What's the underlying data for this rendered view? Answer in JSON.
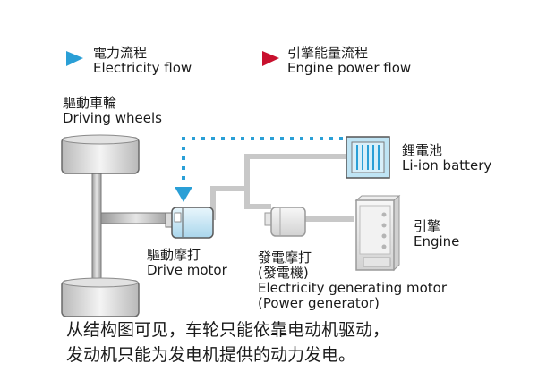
{
  "legend": {
    "electricity": {
      "label_zh": "電力流程",
      "label_en": "Electricity flow",
      "color": "#2a9fd6"
    },
    "engine": {
      "label_zh": "引擎能量流程",
      "label_en": "Engine power flow",
      "color": "#c8102e"
    }
  },
  "components": {
    "wheels": {
      "label_zh": "驅動車輪",
      "label_en": "Driving wheels"
    },
    "battery": {
      "label_zh": "鋰電池",
      "label_en": "Li-ion battery"
    },
    "drive_motor": {
      "label_zh": "驅動摩打",
      "label_en": "Drive motor"
    },
    "generator": {
      "label_zh_1": "發電摩打",
      "label_zh_2": "(發電機)",
      "label_en_1": "Electricity generating motor",
      "label_en_2": "(Power generator)"
    },
    "engine": {
      "label_zh": "引擎",
      "label_en": "Engine"
    }
  },
  "caption": {
    "line1": "从结构图可见，车轮只能依靠电动机驱动，",
    "line2": "发动机只能为发电机提供的动力发电。"
  },
  "colors": {
    "flow_blue": "#2a9fd6",
    "connector_grey": "#c8c8c8",
    "battery_fill": "#bfe4f4"
  }
}
